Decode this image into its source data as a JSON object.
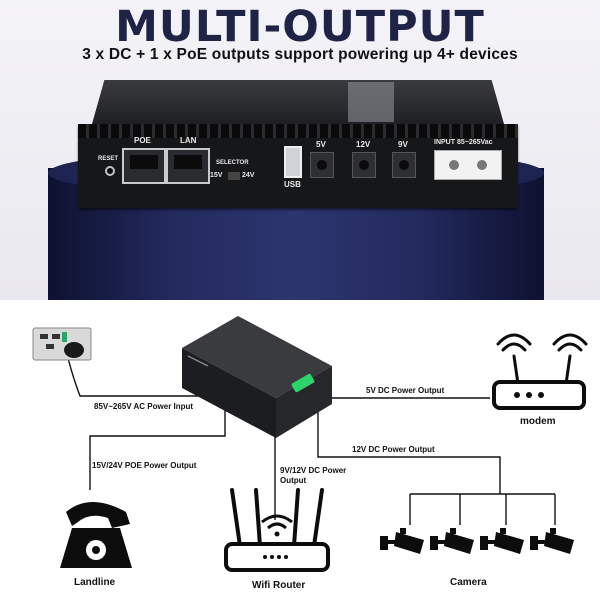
{
  "header": {
    "title": "MULTI-OUTPUT",
    "subtitle": "3 x DC + 1 x PoE outputs support powering up 4+ devices"
  },
  "device_panel": {
    "reset": "RESET",
    "poe": "POE",
    "lan": "LAN",
    "selector": "SELECTOR",
    "v15": "15V",
    "v24": "24V",
    "usb": "USB",
    "out_5v": "5V",
    "out_12v": "12V",
    "out_9v": "9V",
    "input": "INPUT 85~265Vac"
  },
  "diagram": {
    "ac_input": "85V~265V AC Power Input",
    "poe_output": "15V/24V POE Power Output",
    "dc_9_12": "9V/12V DC Power Output",
    "dc_5v": "5V DC Power Output",
    "dc_12v": "12V DC Power Output"
  },
  "devices": {
    "landline": "Landline",
    "router": "Wifi Router",
    "camera": "Camera",
    "modem": "modem"
  },
  "colors": {
    "title": "#1f2346",
    "pedestal": "#232a5e",
    "line": "#111111",
    "led": "#2fd36b"
  }
}
